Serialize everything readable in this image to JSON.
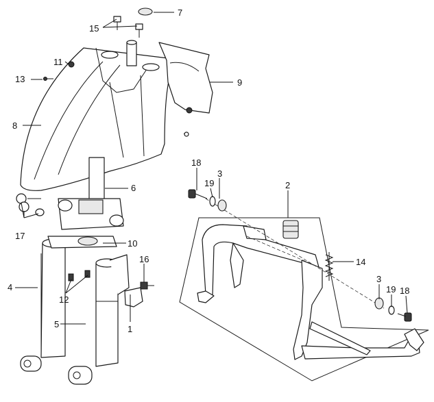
{
  "diagram": {
    "callouts": [
      {
        "id": "c7",
        "text": "7"
      },
      {
        "id": "c15",
        "text": "15"
      },
      {
        "id": "c11",
        "text": "11"
      },
      {
        "id": "c13",
        "text": "13"
      },
      {
        "id": "c9",
        "text": "9"
      },
      {
        "id": "c8",
        "text": "8"
      },
      {
        "id": "c18a",
        "text": "18"
      },
      {
        "id": "c3a",
        "text": "3"
      },
      {
        "id": "c19a",
        "text": "19"
      },
      {
        "id": "c2",
        "text": "2"
      },
      {
        "id": "c6",
        "text": "6"
      },
      {
        "id": "c17",
        "text": "17"
      },
      {
        "id": "c10",
        "text": "10"
      },
      {
        "id": "c16",
        "text": "16"
      },
      {
        "id": "c14",
        "text": "14"
      },
      {
        "id": "c4",
        "text": "4"
      },
      {
        "id": "c12",
        "text": "12"
      },
      {
        "id": "c3b",
        "text": "3"
      },
      {
        "id": "c19b",
        "text": "19"
      },
      {
        "id": "c18b",
        "text": "18"
      },
      {
        "id": "c5",
        "text": "5"
      },
      {
        "id": "c1",
        "text": "1"
      }
    ]
  }
}
